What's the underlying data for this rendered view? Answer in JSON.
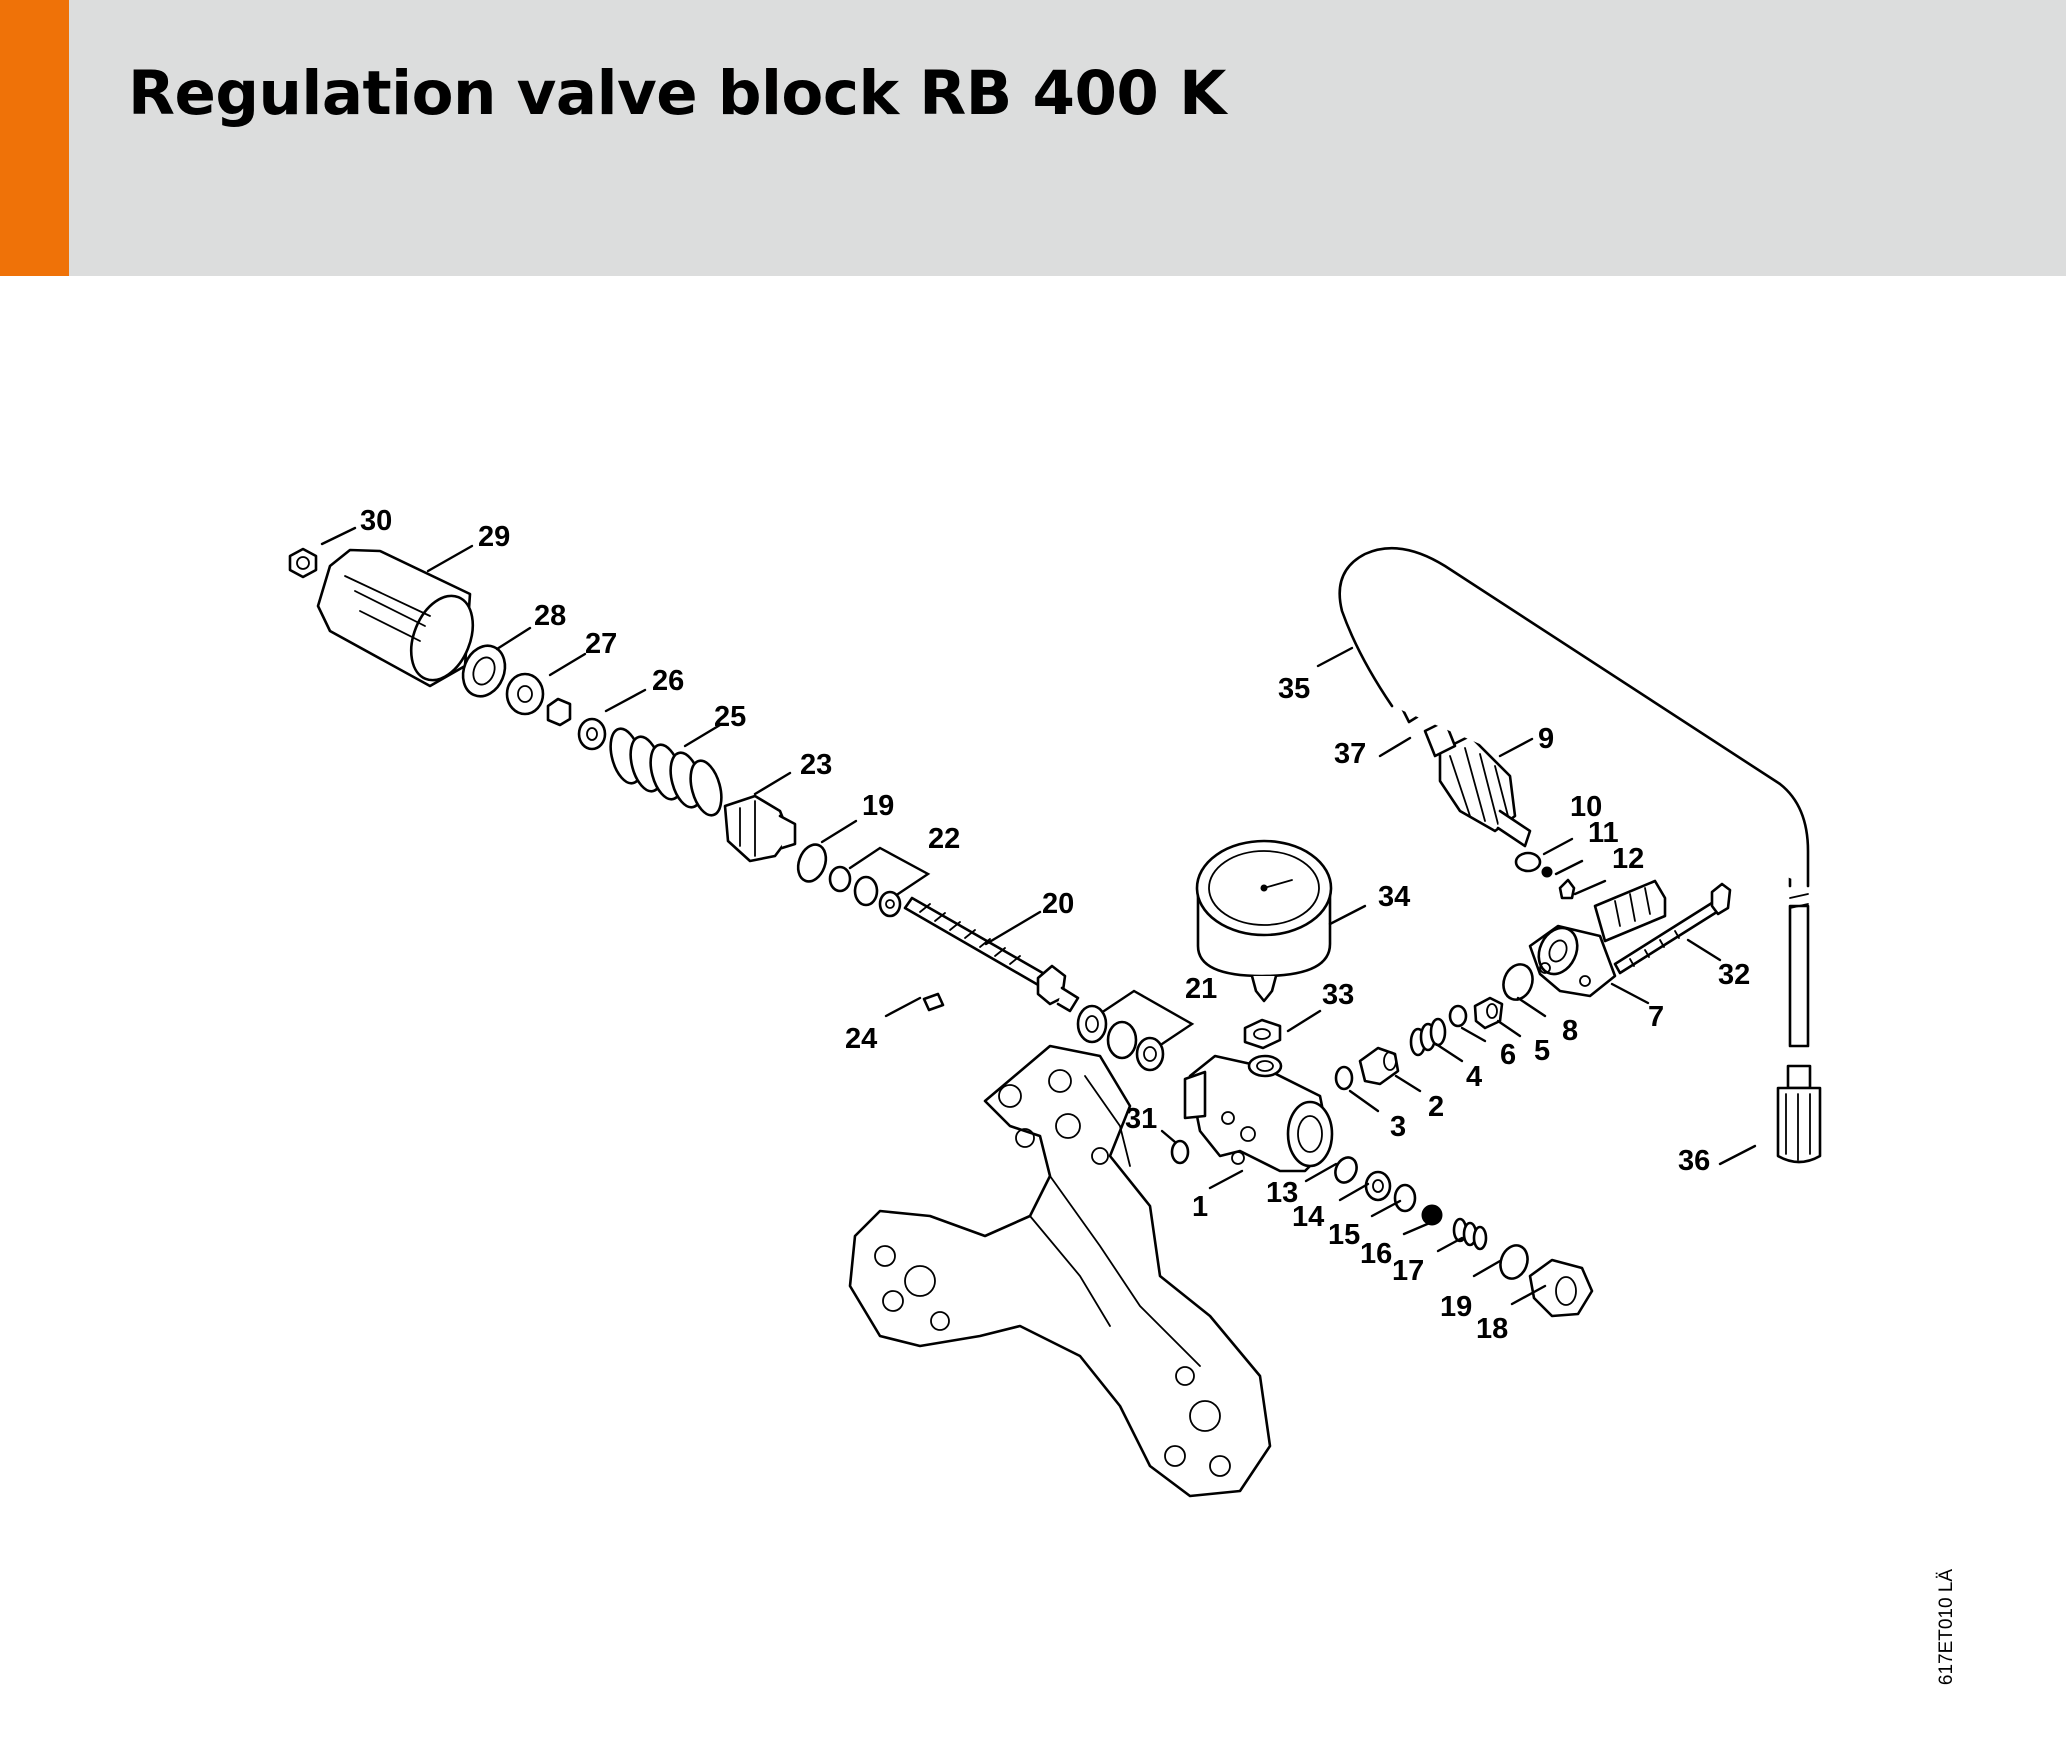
{
  "header": {
    "title": "Regulation valve block RB 400 K",
    "accent_color": "#ef7208",
    "background_color": "#dcdddd"
  },
  "diagram": {
    "callouts": [
      "30",
      "29",
      "28",
      "27",
      "26",
      "25",
      "23",
      "19",
      "22",
      "20",
      "24",
      "21",
      "34",
      "33",
      "31",
      "1",
      "35",
      "37",
      "9",
      "10",
      "11",
      "12",
      "32",
      "7",
      "8",
      "5",
      "6",
      "4",
      "2",
      "3",
      "13",
      "14",
      "15",
      "16",
      "17",
      "19",
      "18",
      "36"
    ],
    "drawing_number": "617ET010 LÄ"
  }
}
